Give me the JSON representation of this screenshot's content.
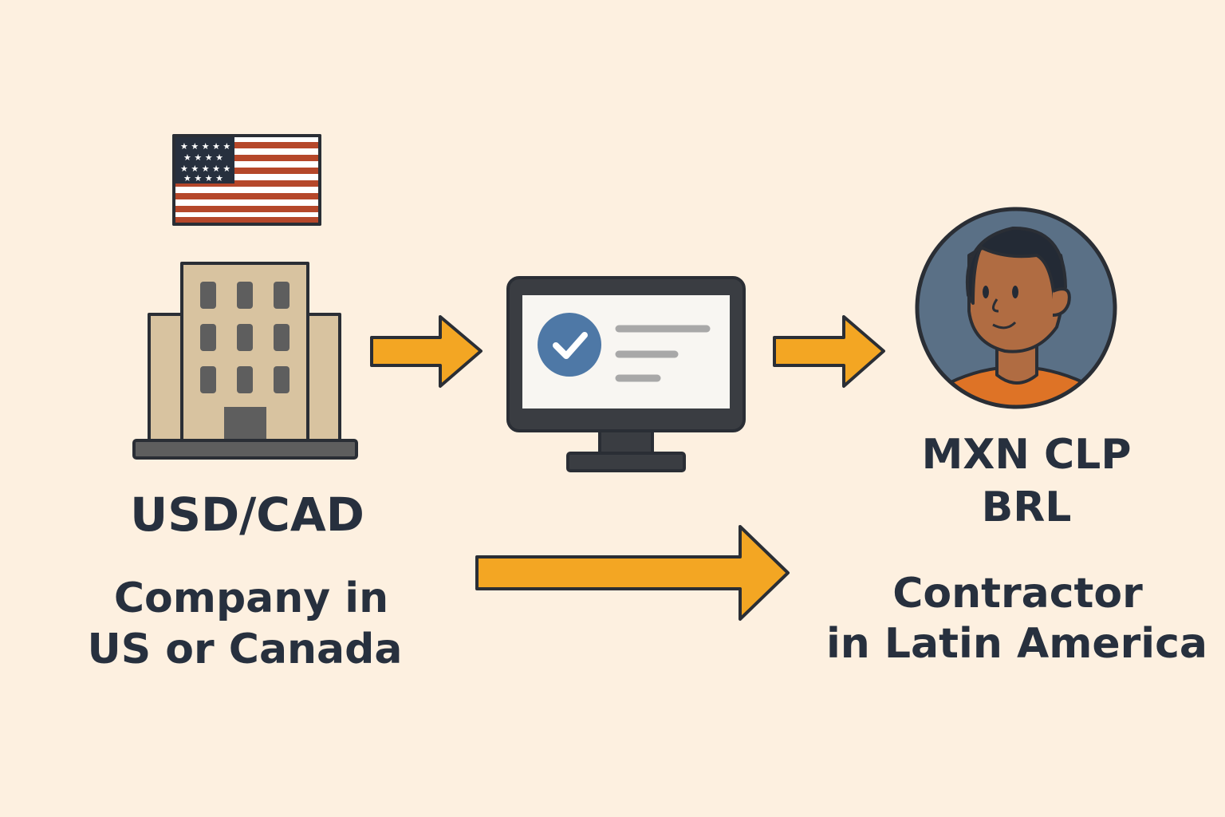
{
  "company": {
    "currency": "USD/CAD",
    "line1": "Company in",
    "line2": "US or Canada",
    "flag": "us-flag-icon"
  },
  "contractor": {
    "currency_line1": "MXN CLP",
    "currency_line2": "BRL",
    "line1": "Contractor",
    "line2": "in Latin America"
  },
  "colors": {
    "background": "#fdf0e0",
    "arrow": "#f3a623",
    "text": "#27303e",
    "check": "#4e78a6"
  }
}
